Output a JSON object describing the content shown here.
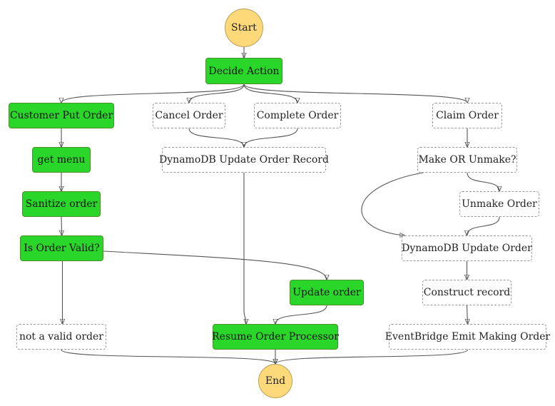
{
  "colors": {
    "success": "#2bd62b",
    "pending": "#ffffff",
    "terminal": "#fdd97a",
    "edge": "#555555"
  },
  "nodes": {
    "start": "Start",
    "decide_action": "Decide Action",
    "customer_put_order": "Customer Put Order",
    "get_menu": "get menu",
    "sanitize_order": "Sanitize order",
    "is_order_valid": "Is Order Valid?",
    "not_valid_order": "not a valid order",
    "cancel_order": "Cancel Order",
    "complete_order": "Complete Order",
    "dynamodb_update_order_record": "DynamoDB Update Order Record",
    "update_order": "Update order",
    "resume_order_processor": "Resume Order Processor",
    "claim_order": "Claim Order",
    "make_or_unmake": "Make OR Unmake?",
    "unmake_order": "Unmake Order",
    "dynamodb_update_order": "DynamoDB Update Order",
    "construct_record": "Construct record",
    "eventbridge_emit": "EventBridge Emit Making Order",
    "end": "End"
  },
  "node_status": {
    "start": "terminal",
    "decide_action": "success",
    "customer_put_order": "success",
    "get_menu": "success",
    "sanitize_order": "success",
    "is_order_valid": "success",
    "not_valid_order": "pending",
    "cancel_order": "pending",
    "complete_order": "pending",
    "dynamodb_update_order_record": "pending",
    "update_order": "success",
    "resume_order_processor": "success",
    "claim_order": "pending",
    "make_or_unmake": "pending",
    "unmake_order": "pending",
    "dynamodb_update_order": "pending",
    "construct_record": "pending",
    "eventbridge_emit": "pending",
    "end": "terminal"
  },
  "edges": [
    [
      "start",
      "decide_action"
    ],
    [
      "decide_action",
      "customer_put_order"
    ],
    [
      "decide_action",
      "cancel_order"
    ],
    [
      "decide_action",
      "complete_order"
    ],
    [
      "decide_action",
      "claim_order"
    ],
    [
      "customer_put_order",
      "get_menu"
    ],
    [
      "get_menu",
      "sanitize_order"
    ],
    [
      "sanitize_order",
      "is_order_valid"
    ],
    [
      "is_order_valid",
      "not_valid_order"
    ],
    [
      "is_order_valid",
      "update_order"
    ],
    [
      "cancel_order",
      "dynamodb_update_order_record"
    ],
    [
      "complete_order",
      "dynamodb_update_order_record"
    ],
    [
      "dynamodb_update_order_record",
      "resume_order_processor"
    ],
    [
      "update_order",
      "resume_order_processor"
    ],
    [
      "claim_order",
      "make_or_unmake"
    ],
    [
      "make_or_unmake",
      "unmake_order"
    ],
    [
      "make_or_unmake",
      "dynamodb_update_order"
    ],
    [
      "unmake_order",
      "dynamodb_update_order"
    ],
    [
      "dynamodb_update_order",
      "construct_record"
    ],
    [
      "construct_record",
      "eventbridge_emit"
    ],
    [
      "not_valid_order",
      "end"
    ],
    [
      "resume_order_processor",
      "end"
    ],
    [
      "eventbridge_emit",
      "end"
    ]
  ]
}
